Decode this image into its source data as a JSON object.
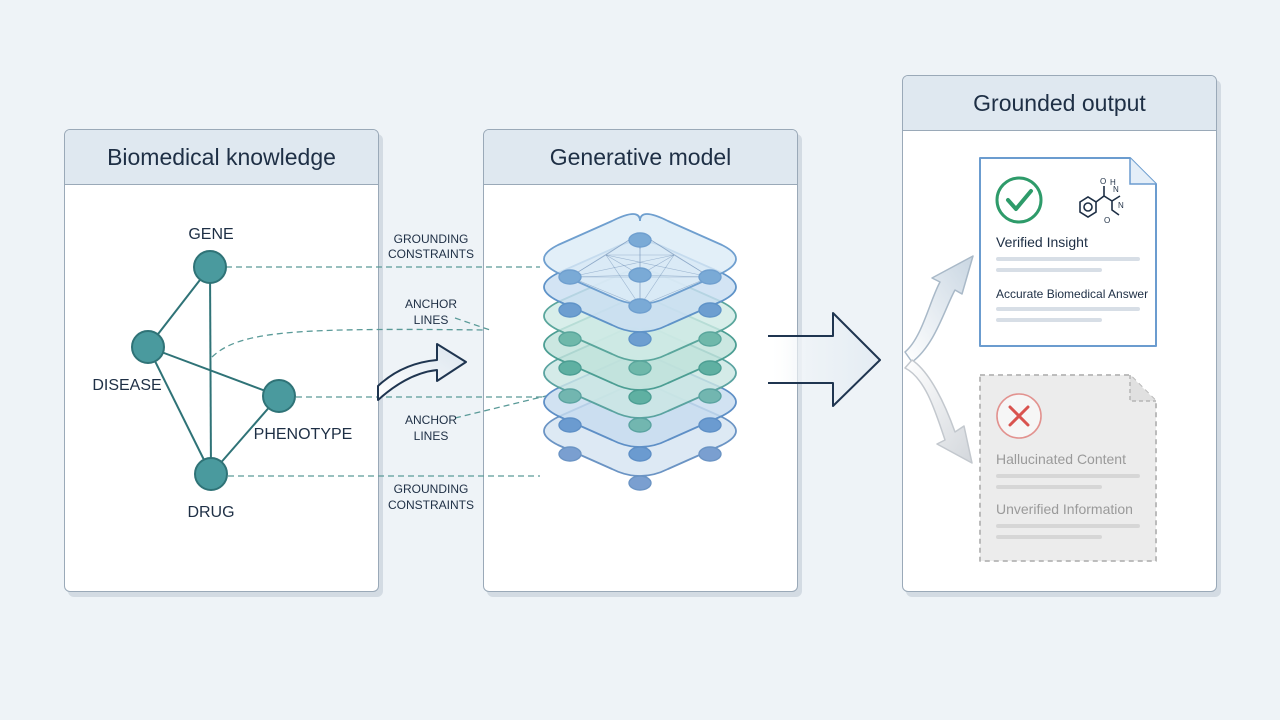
{
  "panels": {
    "knowledge": {
      "title": "Biomedical knowledge"
    },
    "model": {
      "title": "Generative model"
    },
    "output": {
      "title": "Grounded output"
    }
  },
  "graph": {
    "nodes": [
      {
        "id": "gene",
        "label": "GENE"
      },
      {
        "id": "disease",
        "label": "DISEASE"
      },
      {
        "id": "phenotype",
        "label": "PHENOTYPE"
      },
      {
        "id": "drug",
        "label": "DRUG"
      }
    ]
  },
  "connector_labels": {
    "grounding_top": [
      "GROUNDING",
      "CONSTRAINTS"
    ],
    "anchor_top": [
      "ANCHOR",
      "LINES"
    ],
    "anchor_bottom": [
      "ANCHOR",
      "LINES"
    ],
    "grounding_bottom": [
      "GROUNDING",
      "CONSTRAINTS"
    ]
  },
  "cards": {
    "verified": {
      "title": "Verified Insight",
      "subtitle": "Accurate Biomedical Answer",
      "icon": "check-circle-icon"
    },
    "hallucinated": {
      "title": "Hallucinated Content",
      "subtitle": "Unverified Information",
      "icon": "x-circle-icon"
    }
  },
  "colors": {
    "node": "#4a9a9e",
    "node_stroke": "#2f7377",
    "edge": "#2f7377",
    "verified": "#2e9b6a",
    "error": "#d9534f",
    "header_bg": "#dfe8f0"
  }
}
